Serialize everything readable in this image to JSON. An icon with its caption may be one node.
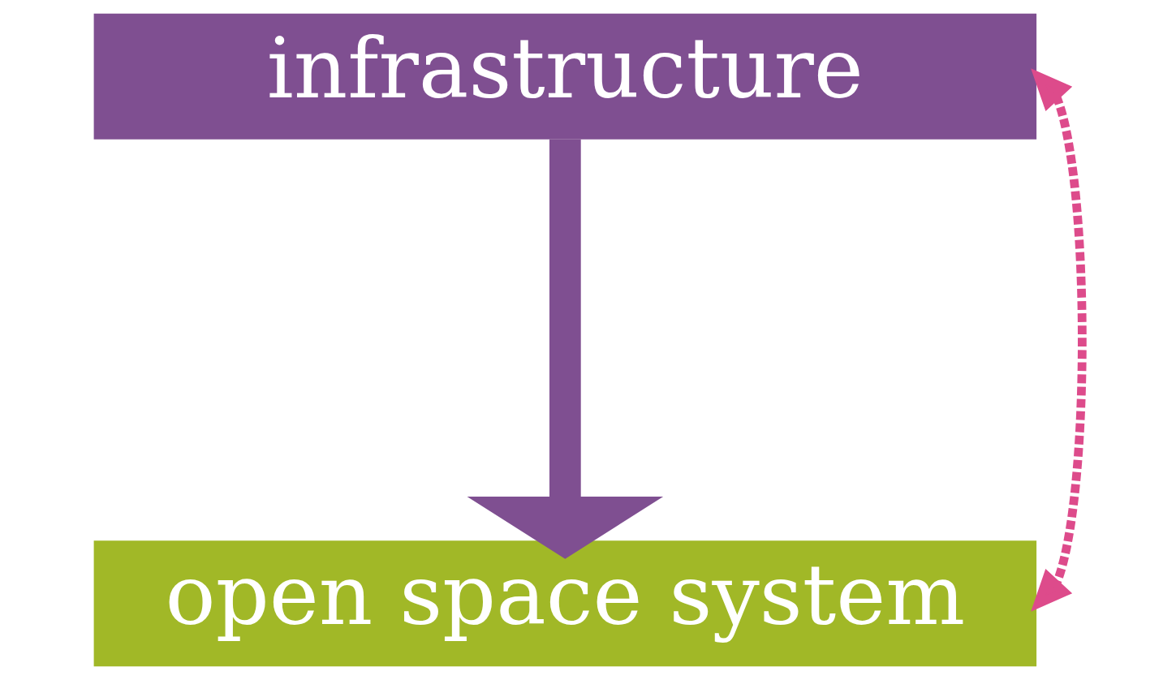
{
  "diagram": {
    "nodes": [
      {
        "text": [
          "infrastructure"
        ]
      },
      {
        "text": [
          "open space system"
        ]
      }
    ],
    "edges": [
      {
        "from": 0,
        "to": 1,
        "arrow": "to",
        "style": "thick"
      },
      {
        "from": 0,
        "to": 1,
        "arrow": "both",
        "style": "dashed",
        "color": "#dd4b8b"
      }
    ]
  }
}
